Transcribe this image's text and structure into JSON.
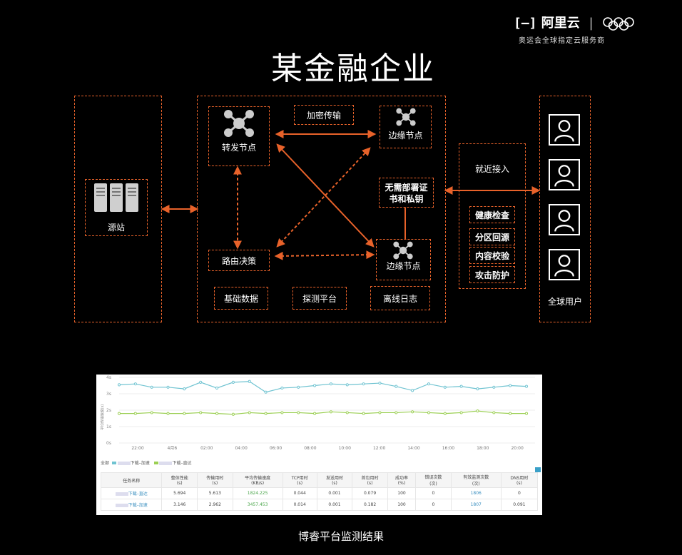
{
  "brand": {
    "name": "阿里云",
    "tagline": "奥运会全球指定云服务商"
  },
  "title": "某金融企业",
  "diagram": {
    "origin": "源站",
    "forward_node": "转发节点",
    "encrypted": "加密传输",
    "edge_node_top": "边缘节点",
    "edge_node_bottom": "边缘节点",
    "routing": "路由决策",
    "no_cert": "无需部署证书和私钥",
    "no_cert_line1": "无需部署证",
    "no_cert_line2": "书和私钥",
    "base_data": "基础数据",
    "probe": "探测平台",
    "offline_log": "离线日志",
    "nearby": "就近接入",
    "features": [
      "健康检查",
      "分区回源",
      "内容校验",
      "攻击防护"
    ],
    "global_users": "全球用户"
  },
  "monitor": {
    "legend_all": "全部",
    "legend_a": "下载–加速",
    "legend_b": "下载–直达",
    "table": {
      "headers": [
        "任务名称",
        "整体性能\n(s)",
        "传输用时\n(s)",
        "平均传输速度\n(KB/s)",
        "TCP用时\n(s)",
        "发送用时\n(s)",
        "首包用时\n(s)",
        "成功率\n(%)",
        "错误次数\n(次)",
        "有效监测次数\n(次)",
        "DNS用时\n(s)"
      ],
      "rows": [
        [
          "下载–直达",
          "5.694",
          "5.613",
          "1824.225",
          "0.044",
          "0.001",
          "0.079",
          "100",
          "0",
          "1806",
          "0"
        ],
        [
          "下载–加速",
          "3.146",
          "2.962",
          "3457.453",
          "0.014",
          "0.001",
          "0.182",
          "100",
          "0",
          "1807",
          "0.091"
        ]
      ]
    }
  },
  "chart_data": {
    "type": "line",
    "title": "",
    "xlabel": "",
    "ylabel": "平均传输速度(s)",
    "x": [
      "22:00",
      "4月6",
      "02:00",
      "04:00",
      "06:00",
      "08:00",
      "10:00",
      "12:00",
      "14:00",
      "16:00",
      "18:00",
      "20:00"
    ],
    "yticks": [
      "0s",
      "1s",
      "2s",
      "3s",
      "4s"
    ],
    "ylim": [
      0,
      4
    ],
    "series": [
      {
        "name": "下载–加速",
        "color": "#6fc3d1",
        "values": [
          3.55,
          3.6,
          3.4,
          3.4,
          3.3,
          3.7,
          3.35,
          3.7,
          3.75,
          3.1,
          3.35,
          3.4,
          3.5,
          3.6,
          3.55,
          3.6,
          3.65,
          3.45,
          3.2,
          3.6,
          3.4,
          3.45,
          3.3,
          3.4,
          3.5,
          3.45
        ]
      },
      {
        "name": "下载–直达",
        "color": "#9bcf53",
        "values": [
          1.8,
          1.8,
          1.85,
          1.8,
          1.8,
          1.85,
          1.8,
          1.75,
          1.85,
          1.8,
          1.85,
          1.85,
          1.8,
          1.9,
          1.85,
          1.8,
          1.85,
          1.85,
          1.9,
          1.85,
          1.8,
          1.85,
          1.95,
          1.85,
          1.8,
          1.8
        ]
      }
    ]
  },
  "caption": "博睿平台监测结果",
  "colors": {
    "accent": "#e8622a",
    "background": "#000000"
  }
}
